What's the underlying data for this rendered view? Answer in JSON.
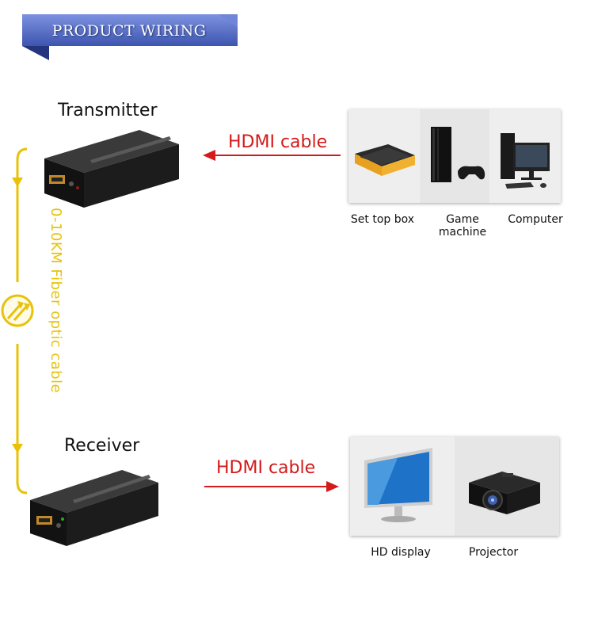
{
  "header": {
    "title": "PRODUCT WIRING"
  },
  "transmitter": {
    "title": "Transmitter"
  },
  "receiver": {
    "title": "Receiver"
  },
  "fiber": {
    "label": "0-10KM Fiber optic cable"
  },
  "cables": {
    "top_label": "HDMI cable",
    "bottom_label": "HDMI cable"
  },
  "sources": [
    {
      "label": "Set top box",
      "icon": "set-top-box-icon"
    },
    {
      "label": "Game machine",
      "icon": "game-console-icon"
    },
    {
      "label": "Computer",
      "icon": "computer-icon"
    }
  ],
  "displays": [
    {
      "label": "HD display",
      "icon": "monitor-icon"
    },
    {
      "label": "Projector",
      "icon": "projector-icon"
    }
  ],
  "colors": {
    "banner_blue": "#4c66c0",
    "cable_red": "#d41a1a",
    "fiber_yellow": "#e8c20a"
  }
}
